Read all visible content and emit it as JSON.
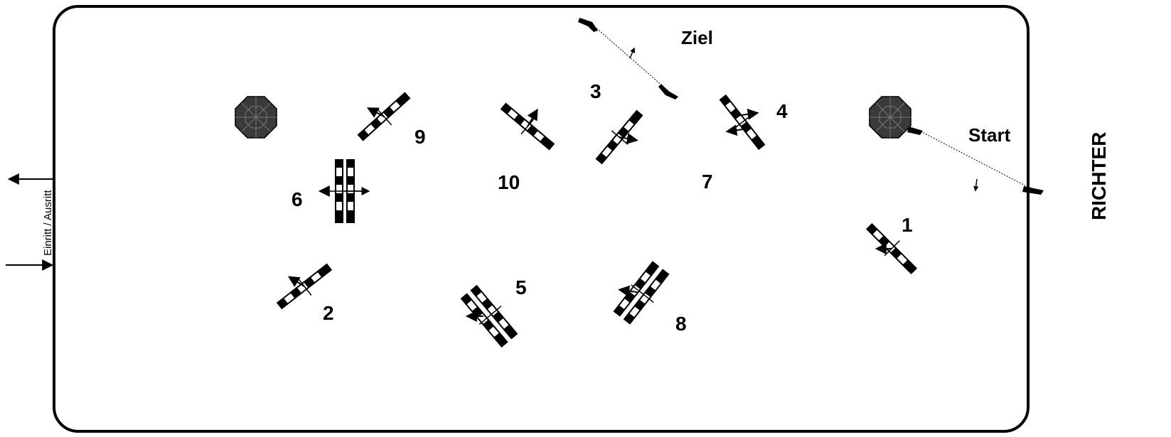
{
  "course": {
    "judge_label": "RICHTER",
    "entry_label": "Einritt / Ausritt",
    "start_label": "Start",
    "finish_label": "Ziel",
    "obstacles": [
      {
        "number": "1"
      },
      {
        "number": "2"
      },
      {
        "number": "3"
      },
      {
        "number": "4"
      },
      {
        "number": "5"
      },
      {
        "number": "6"
      },
      {
        "number": "7"
      },
      {
        "number": "8"
      },
      {
        "number": "9"
      },
      {
        "number": "10"
      }
    ],
    "colors": {
      "line": "#000000",
      "stripe_light": "#ffffff",
      "stripe_dark": "#000000",
      "tree": "#3a3a3a"
    }
  }
}
